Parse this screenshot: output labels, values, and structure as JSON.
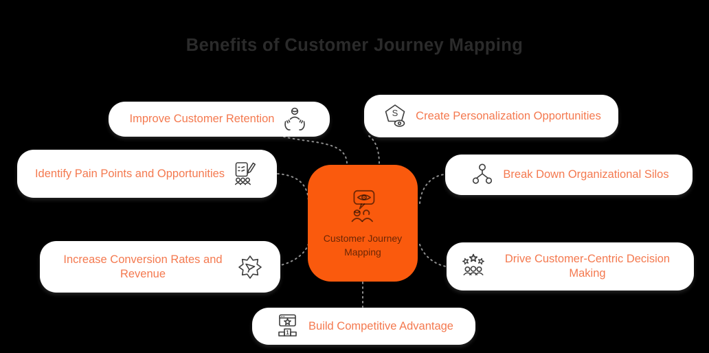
{
  "title": "Benefits of Customer Journey Mapping",
  "center": {
    "label": "Customer Journey Mapping",
    "icon": "journey-mapping-icon"
  },
  "benefits": [
    {
      "label": "Improve Customer Retention",
      "icon": "caring-hands-icon"
    },
    {
      "label": "Create Personalization Opportunities",
      "icon": "money-house-eye-icon"
    },
    {
      "label": "Identify Pain Points and Opportunities",
      "icon": "feedback-survey-icon"
    },
    {
      "label": "Break Down Organizational Silos",
      "icon": "org-hierarchy-icon"
    },
    {
      "label": "Increase Conversion Rates and Revenue",
      "icon": "gear-cursor-icon"
    },
    {
      "label": "Drive Customer-Centric Decision Making",
      "icon": "team-rating-icon"
    },
    {
      "label": "Build Competitive Advantage",
      "icon": "ranking-podium-icon"
    }
  ],
  "colors": {
    "background": "#000000",
    "title_text": "#2b2b2b",
    "card_background": "#ffffff",
    "card_text": "#f4794f",
    "center_background": "#fa5a0d",
    "center_text": "#6e3312",
    "connector": "#8f8f8f",
    "icon_stroke": "#3d3d3d"
  }
}
